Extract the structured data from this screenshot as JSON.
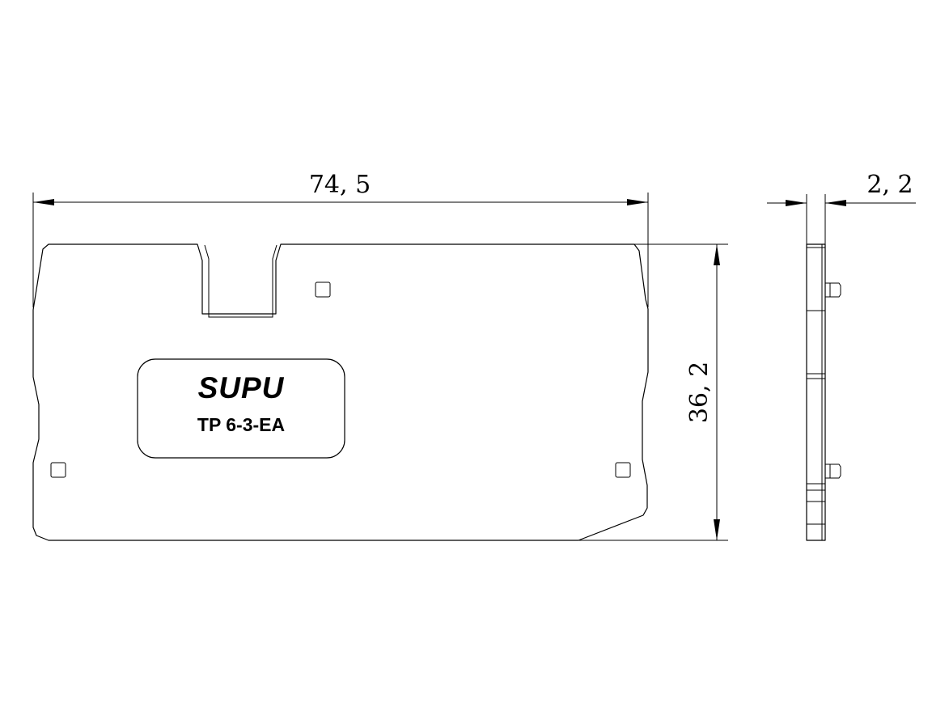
{
  "dimensions": {
    "width": "74, 5",
    "height": "36, 2",
    "thickness": "2, 2"
  },
  "label": {
    "brand": "SUPU",
    "model": "TP 6-3-EA"
  }
}
